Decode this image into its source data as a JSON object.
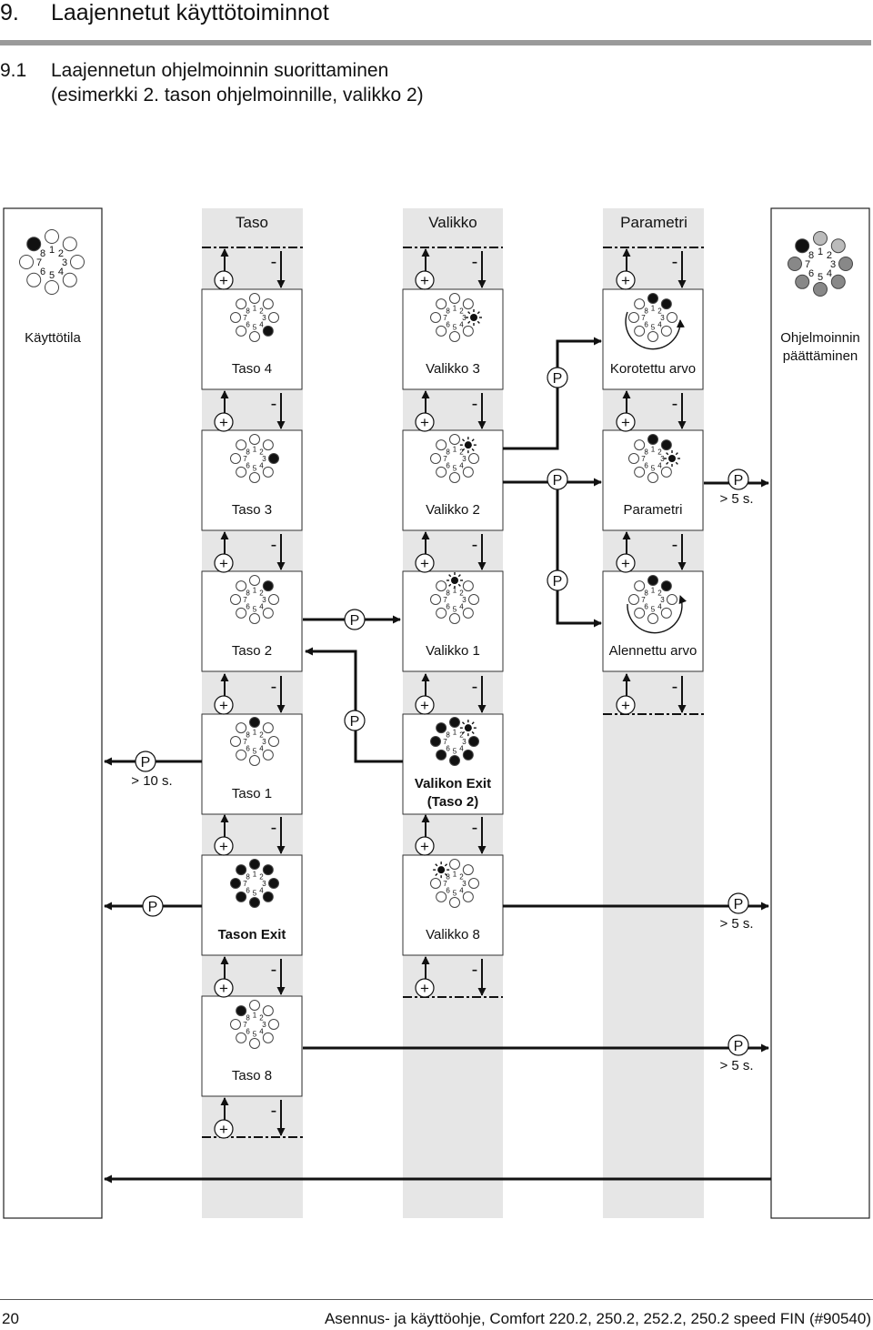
{
  "header": {
    "chapter_number": "9.",
    "chapter_title": "Laajennetut käyttötoiminnot",
    "section_number": "9.1",
    "section_title_line1": "Laajennetun ohjelmoinnin suorittaminen",
    "section_title_line2": "(esimerkki 2. tason ohjelmoinnille, valikko 2)"
  },
  "columns": {
    "taso": "Taso",
    "valikko": "Valikko",
    "parametri": "Parametri"
  },
  "side": {
    "operating_mode": "Käyttötila",
    "end_programming_line1": "Ohjelmoinnin",
    "end_programming_line2": "päättäminen"
  },
  "boxes": {
    "taso4": "Taso 4",
    "taso3": "Taso 3",
    "taso2": "Taso 2",
    "taso1": "Taso 1",
    "taso_exit": "Tason Exit",
    "taso8": "Taso 8",
    "valikko3": "Valikko 3",
    "valikko2": "Valikko 2",
    "valikko1": "Valikko 1",
    "valikon_exit_line1": "Valikon Exit",
    "valikon_exit_line2": "(Taso 2)",
    "valikko8": "Valikko 8",
    "korotettu": "Korotettu arvo",
    "parametri": "Parametri",
    "alennettu": "Alennettu arvo"
  },
  "symbols": {
    "plus": "+",
    "minus": "-",
    "p_key": "P"
  },
  "timers": {
    "gt5s": "> 5 s.",
    "gt10s": "> 10 s."
  },
  "dial_numbers": [
    "1",
    "2",
    "3",
    "4",
    "5",
    "6",
    "7",
    "8"
  ],
  "footer": {
    "page_number": "20",
    "document": "Asennus- ja käyttöohje, Comfort 220.2, 250.2, 252.2, 250.2 speed FIN (#90540)"
  }
}
